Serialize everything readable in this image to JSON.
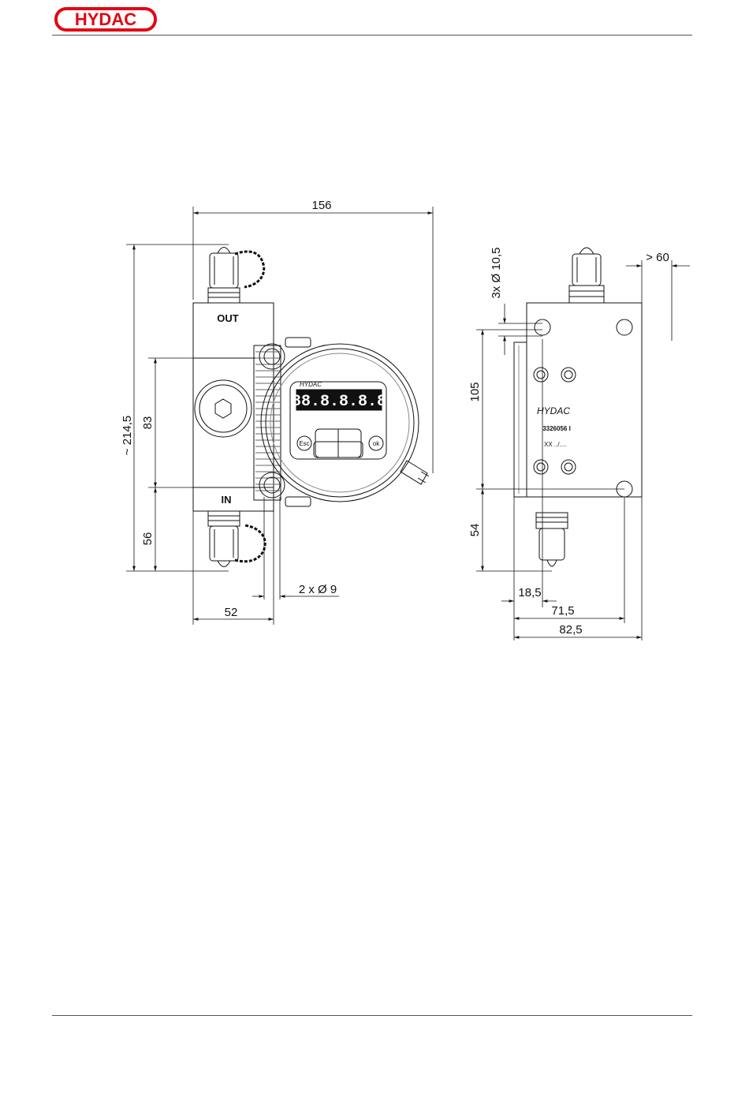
{
  "header": {
    "logo_text": "HYDAC",
    "brand_color": "#e30613"
  },
  "drawing": {
    "front_view": {
      "port_top_label": "OUT",
      "port_bottom_label": "IN",
      "display_brand": "HYDAC",
      "display_digits": "88.8.8.8.8",
      "key_esc": "Esc",
      "key_ok": "ok"
    },
    "side_view": {
      "brand": "HYDAC",
      "part_number": "3326056 I",
      "serial_mark": "XX  ../....",
      "icon": "hydac-logo-icon"
    },
    "dimensions": {
      "width_total": "156",
      "height_total": "~ 214,5",
      "port_spacing": "83",
      "bottom_port": "56",
      "block_width": "52",
      "mount_holes": "2 x Ø 9",
      "side_holes": "3x Ø 10,5",
      "clearance": "> 60",
      "hole_spacing": "105",
      "side_bottom": "54",
      "offset_1": "18,5",
      "offset_2": "71,5",
      "depth_total": "82,5"
    }
  }
}
